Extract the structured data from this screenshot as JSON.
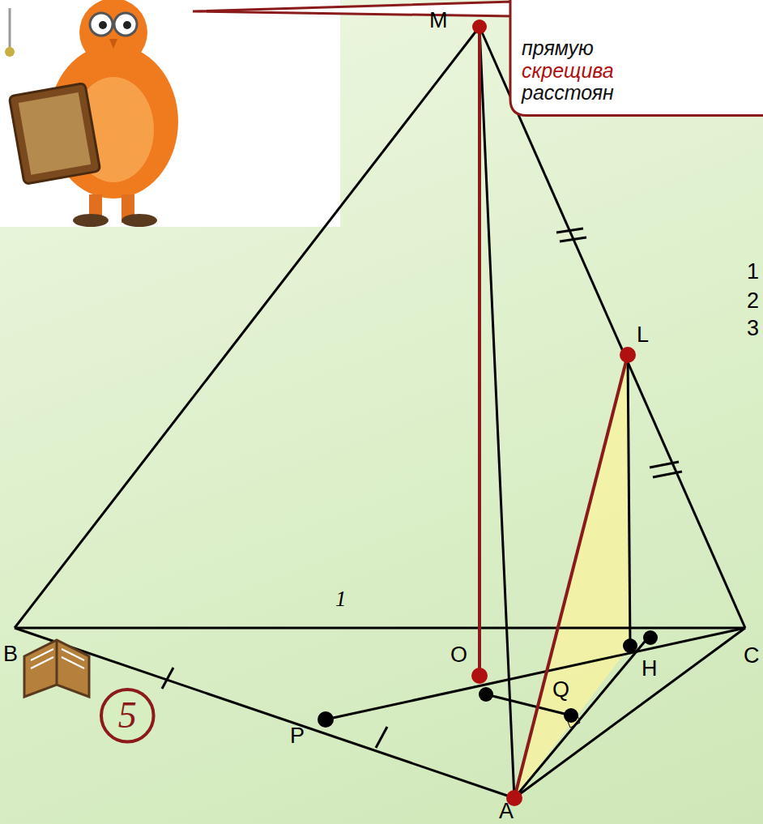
{
  "diagram": {
    "nodes": [
      {
        "text": [
          "прямую",
          "скрещива",
          "расстоян"
        ]
      },
      {
        "text": [
          "5"
        ]
      }
    ],
    "labels": [
      "M",
      "L",
      "B",
      "O",
      "Q",
      "H",
      "C",
      "P",
      "A",
      "1",
      "1",
      "2",
      "3"
    ]
  }
}
